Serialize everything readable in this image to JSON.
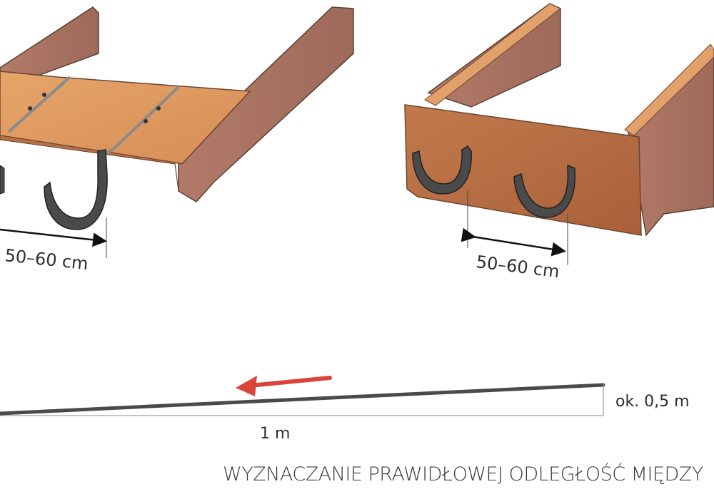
{
  "labels": {
    "left_spacing": "50–60 cm",
    "right_spacing": "50–60 cm",
    "slope_drop": "ok. 0,5 m",
    "slope_run": "1 m"
  },
  "caption": "WYZNACZANIE PRAWIDŁOWEJ ODLEGŁOŚĆ MIĘDZY",
  "colors": {
    "board_light": "#dc9a5e",
    "board_mid": "#c98a55",
    "board_dark": "#a76a45",
    "fascia": "#b87046",
    "hook": "#4a4a4a",
    "gutter_line": "#555555",
    "arrow": "#d9453a"
  },
  "icons": {
    "direction_arrow": "arrow-left-icon",
    "dimension_arrow": "double-arrow-icon"
  }
}
